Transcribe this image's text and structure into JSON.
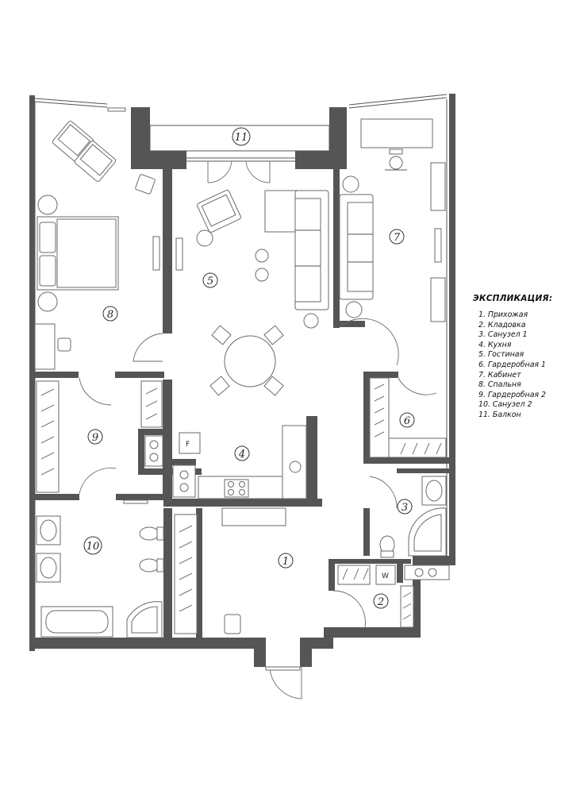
{
  "legend": {
    "title": "ЭКСПЛИКАЦИЯ:",
    "items": [
      "1. Прихожая",
      "2. Кладовка",
      "3. Санузел 1",
      "4. Кухня",
      "5. Гостиная",
      "6. Гардеробная 1",
      "7. Кабинет",
      "8. Спальня",
      "9. Гардеробная 2",
      "10. Санузел 2",
      "11. Балкон"
    ]
  },
  "rooms": {
    "r1": "1",
    "r2": "2",
    "r3": "3",
    "r4": "4",
    "r5": "5",
    "r6": "6",
    "r7": "7",
    "r8": "8",
    "r9": "9",
    "r10": "10",
    "r11": "11"
  },
  "appliances": {
    "fridge": "F",
    "washer": "W"
  },
  "icons": {
    "armchair": "armchair-icon",
    "bed": "bed-icon",
    "sofa": "sofa-icon",
    "dining_table": "dining-table-icon",
    "sink": "sink-icon",
    "toilet": "toilet-icon",
    "bathtub": "bathtub-icon",
    "shower": "shower-icon",
    "stove": "stove-icon",
    "door": "door-swing-icon"
  }
}
